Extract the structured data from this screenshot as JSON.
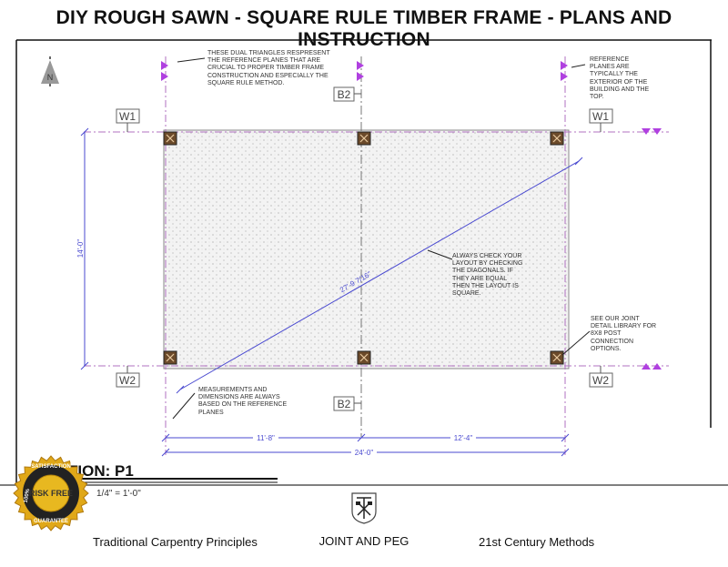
{
  "title": "DIY ROUGH SAWN - SQUARE RULE TIMBER FRAME - PLANS AND INSTRUCTION",
  "drawing": {
    "north_label": "N",
    "grid_labels": {
      "w1": "W1",
      "w2": "W2",
      "b2": "B2"
    },
    "dimensions": {
      "depth": "14'-0\"",
      "left_span": "11'-8\"",
      "right_span": "12'-4\"",
      "total": "24'-0\"",
      "diagonal": "27'-9 7/16\""
    },
    "notes": {
      "dual_triangles": "THESE DUAL TRIANGLES RESPRESENT THE REFERENCE PLANES THAT ARE CRUCIAL TO PROPER TIMBER FRAME CONSTRUCTION AND ESPECIALLY THE SQUARE RULE METHOD.",
      "reference_planes": "REFERENCE PLANES ARE TYPICALLY THE EXTERIOR OF THE BUILDING AND THE TOP.",
      "check_layout": "ALWAYS CHECK YOUR LAYOUT BY CHECKING THE DIAGONALS. IF THEY ARE EQUAL THEN THE LAYOUT IS SQUARE.",
      "joint_library": "SEE OUR JOINT DETAIL LIBRARY FOR 8X8 POST CONNECTION OPTIONS.",
      "measurements": "MEASUREMENTS AND DIMENSIONS ARE ALWAYS BASED ON THE REFERENCE PLANES"
    },
    "section_title": "TION: P1",
    "scale_partial": "1/4\" = 1'-0\"",
    "colors": {
      "dimension": "#4a4ad0",
      "reference_plane": "#b040e0",
      "post": "#6b4a2a"
    }
  },
  "seal": {
    "top": "SATISFACTION",
    "left": "100%",
    "center": "RISK FREE",
    "bottom": "GUARANTEE"
  },
  "footer": {
    "left": "Traditional Carpentry Principles",
    "brand": "JOINT AND PEG",
    "right": "21st Century Methods"
  }
}
